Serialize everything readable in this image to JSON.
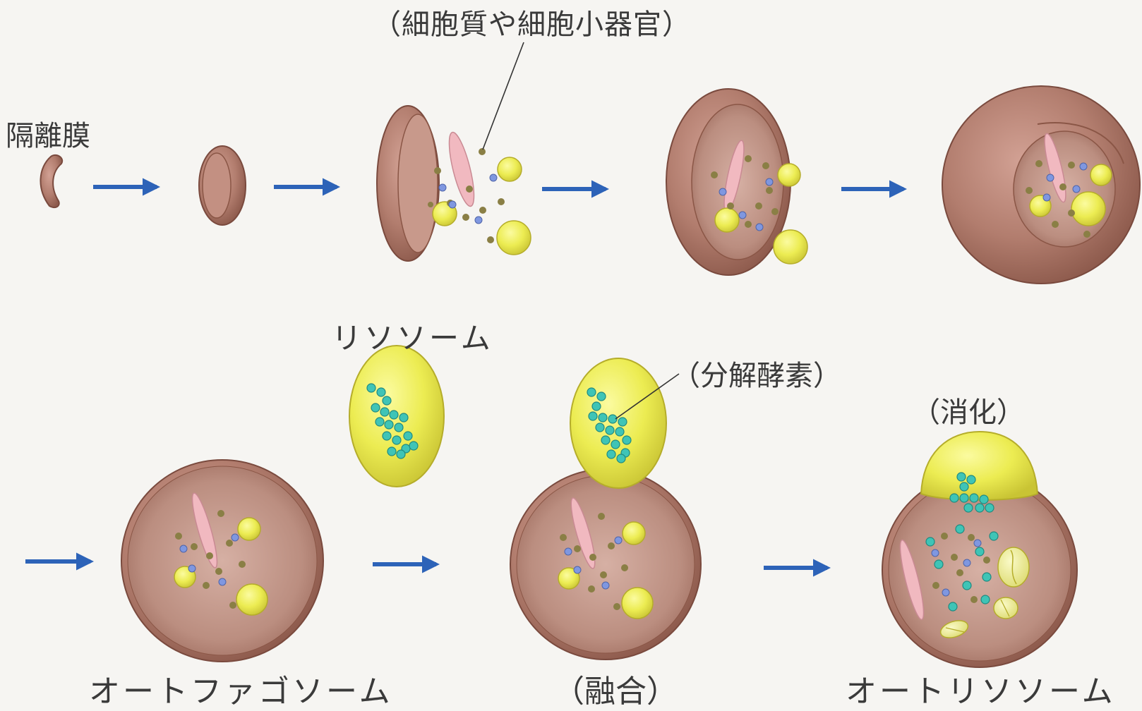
{
  "labels": {
    "cytoplasm_organelles": "（細胞質や細胞小器官）",
    "isolation_membrane": "隔離膜",
    "lysosome": "リソソーム",
    "degradative_enzymes": "（分解酵素）",
    "digestion": "（消化）",
    "autophagosome": "オートファゴソーム",
    "fusion": "（融合）",
    "autolysosome": "オートリソソーム"
  },
  "colors": {
    "background": "#f6f5f2",
    "membrane": "#b17b6c",
    "membrane_edge": "#7a4a3e",
    "lysosome_yellow": "#ecec52",
    "lysosome_edge": "#b5ad2a",
    "enzyme_cyan": "#3fc4b6",
    "protein_blue": "#7f97e0",
    "granule_olive": "#8a7f45",
    "organelle_pink": "#f1b9c0",
    "arrow_blue": "#2d63b8",
    "text": "#3a3a3a"
  }
}
